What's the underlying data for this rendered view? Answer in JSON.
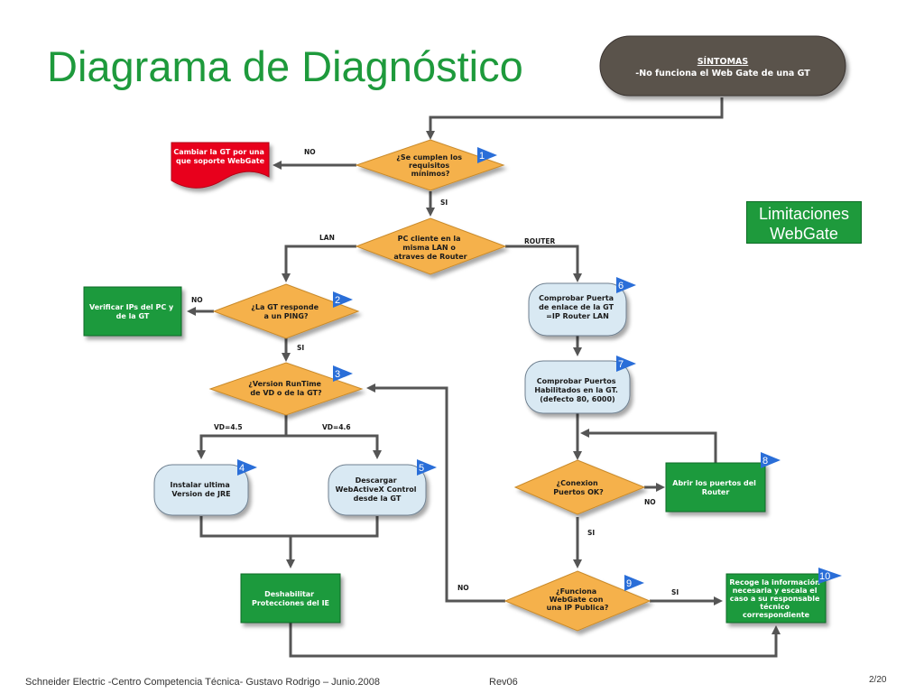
{
  "title": "Diagrama de Diagnóstico",
  "symptoms": {
    "heading": "SÍNTOMAS",
    "text": "-No funciona el Web Gate de una GT"
  },
  "limits": {
    "line1": "Limitaciones",
    "line2": "WebGate"
  },
  "nodes": {
    "q1": {
      "lines": [
        "¿Se cumplen los",
        "requisitos",
        "mínimos?"
      ],
      "badge": "1"
    },
    "replace_gt": {
      "lines": [
        "Cambiar la GT por una",
        "que soporte WebGate"
      ]
    },
    "q_lan": {
      "lines": [
        "PC cliente en la",
        "misma LAN o",
        "atraves de Router"
      ]
    },
    "q2": {
      "lines": [
        "¿La GT responde",
        "a un PING?"
      ],
      "badge": "2"
    },
    "verify_ips": {
      "lines": [
        "Verificar IPs del PC y",
        "de la GT"
      ]
    },
    "q3": {
      "lines": [
        "¿Version RunTime",
        "de VD o de la GT?"
      ],
      "badge": "3"
    },
    "install_jre": {
      "lines": [
        "Instalar ultima",
        "Version de JRE"
      ],
      "badge": "4"
    },
    "download_activex": {
      "lines": [
        "Descargar",
        "WebActiveX Control",
        "desde la GT"
      ],
      "badge": "5"
    },
    "disable_ie": {
      "lines": [
        "Deshabilitar",
        "Protecciones del IE"
      ]
    },
    "check_gateway": {
      "lines": [
        "Comprobar Puerta",
        "de enlace de la GT",
        "=IP Router LAN"
      ],
      "badge": "6"
    },
    "check_ports": {
      "lines": [
        "Comprobar Puertos",
        "Habilitados en la GT.",
        "(defecto 80, 6000)"
      ],
      "badge": "7"
    },
    "q_ports": {
      "lines": [
        "¿Conexion",
        "Puertos OK?"
      ]
    },
    "open_ports": {
      "lines": [
        "Abrir los puertos del",
        "Router"
      ],
      "badge": "8"
    },
    "q9": {
      "lines": [
        "¿Funciona",
        "WebGate con",
        "una IP Publica?"
      ],
      "badge": "9"
    },
    "escalate": {
      "lines": [
        "Recoge la información",
        "necesaria y escala el",
        "caso a su responsable",
        "técnico",
        "correspondiente"
      ],
      "badge": "10"
    }
  },
  "edge_labels": {
    "q1_no": "NO",
    "q1_si": "SI",
    "lan": "LAN",
    "router": "ROUTER",
    "q2_no": "NO",
    "q2_si": "SI",
    "vd45": "VD=4.5",
    "vd46": "VD=4.6",
    "ports_no": "NO",
    "ports_si": "SI",
    "q9_no": "NO",
    "q9_si": "SI"
  },
  "colors": {
    "title": "#1e9a3c",
    "diamond": "#f5b14b",
    "rounded": "#d9e9f3",
    "green_box": "#1e9a3c",
    "red_box": "#e8001c",
    "symptoms_box": "#5a524c",
    "badge": "#2a6ed8",
    "line": "#555555"
  },
  "footer": {
    "left": "Schneider Electric -Centro Competencia Técnica- Gustavo Rodrigo – Junio.2008",
    "rev": "Rev06",
    "page": "2/20"
  }
}
